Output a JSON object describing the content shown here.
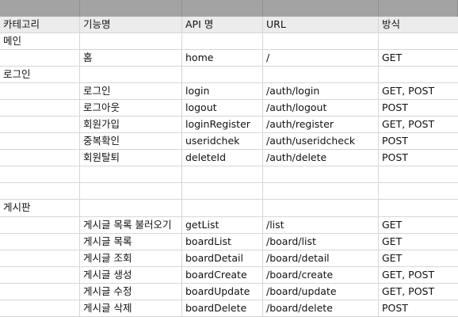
{
  "columns": [
    "카테고리",
    "기능명",
    "API 명",
    "URL",
    "방식"
  ],
  "rows": [
    [
      "메인",
      "",
      "",
      "",
      ""
    ],
    [
      "",
      "홈",
      "home",
      "/",
      "GET"
    ],
    [
      "로그인",
      "",
      "",
      "",
      ""
    ],
    [
      "",
      "로그인",
      "login",
      "/auth/login",
      "GET, POST"
    ],
    [
      "",
      "로그아웃",
      "logout",
      "/auth/logout",
      "POST"
    ],
    [
      "",
      "회원가입",
      "loginRegister",
      "/auth/register",
      "GET, POST"
    ],
    [
      "",
      "중복확인",
      "useridchek",
      "/auth/useridcheck",
      "POST"
    ],
    [
      "",
      "회원탈퇴",
      "deleteId",
      "/auth/delete",
      "POST"
    ],
    [
      "",
      "",
      "",
      "",
      ""
    ],
    [
      "",
      "",
      "",
      "",
      ""
    ],
    [
      "게시판",
      "",
      "",
      "",
      ""
    ],
    [
      "",
      "게시글 목록 불러오기",
      "getList",
      "/list",
      "GET"
    ],
    [
      "",
      "게시글 목록",
      "boardList",
      "/board/list",
      "GET"
    ],
    [
      "",
      "게시글 조회",
      "boardDetail",
      "/board/detail",
      "GET"
    ],
    [
      "",
      "게시글 생성",
      "boardCreate",
      "/board/create",
      "GET, POST"
    ],
    [
      "",
      "게시글 수정",
      "boardUpdate",
      "/board/update",
      "GET, POST"
    ],
    [
      "",
      "게시글 삭제",
      "boardDelete",
      "/board/delete",
      "POST"
    ]
  ]
}
